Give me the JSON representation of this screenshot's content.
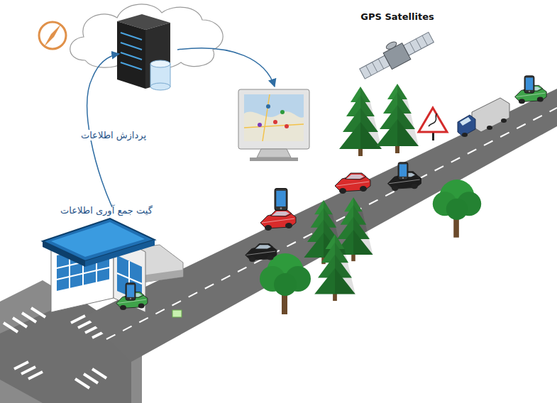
{
  "diagram": {
    "labels": [
      "GPS Satellites",
      "پردازش اطلاعات",
      "گیت جمع آوری اطلاعات"
    ]
  }
}
